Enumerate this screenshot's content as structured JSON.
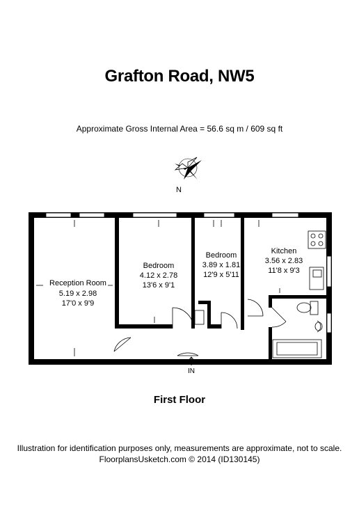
{
  "title": "Grafton Road, NW5",
  "area": "Approximate Gross Internal Area = 56.6 sq m / 609 sq ft",
  "compass": {
    "label": "N"
  },
  "rooms": {
    "reception": {
      "name": "Reception Room",
      "metric": "5.19 x 2.98",
      "imperial": "17'0 x 9'9"
    },
    "bedroom1": {
      "name": "Bedroom",
      "metric": "4.12 x 2.78",
      "imperial": "13'6 x 9'1"
    },
    "bedroom2": {
      "name": "Bedroom",
      "metric": "3.89 x 1.81",
      "imperial": "12'9 x 5'11"
    },
    "kitchen": {
      "name": "Kitchen",
      "metric": "3.56 x 2.83",
      "imperial": "11'8 x 9'3"
    }
  },
  "entrance": "IN",
  "floor_label": "First Floor",
  "disclaimer": {
    "line1": "Illustration for identification purposes only, measurements are approximate, not to scale.",
    "line2": "FloorplansUsketch.com © 2014 (ID130145)"
  }
}
